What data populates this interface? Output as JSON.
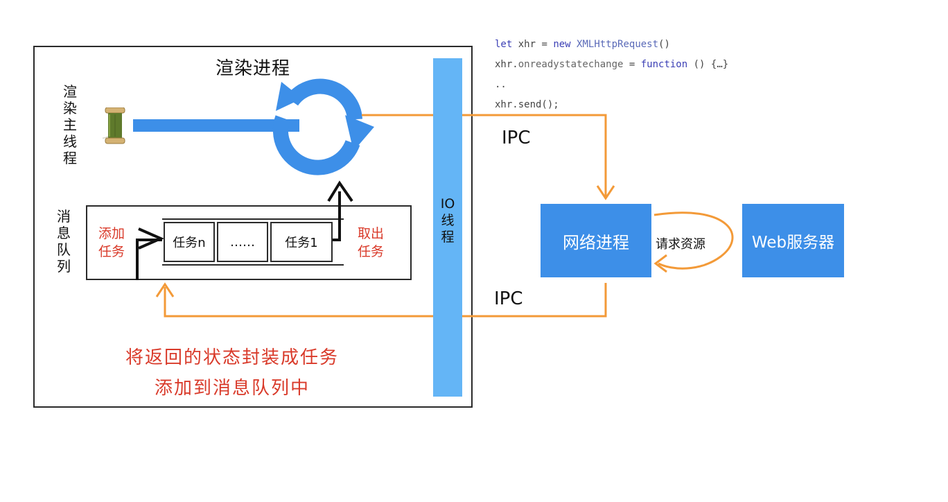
{
  "render_process": {
    "title": "渲染进程",
    "main_thread_label": [
      "渲",
      "染",
      "主",
      "线",
      "程"
    ],
    "queue_label": [
      "消",
      "息",
      "队",
      "列"
    ],
    "add_task_label": [
      "添加",
      "任务"
    ],
    "take_task_label": [
      "取出",
      "任务"
    ],
    "tasks": [
      "任务n",
      "……",
      "任务1"
    ]
  },
  "io_thread": {
    "label": [
      "IO",
      "线",
      "程"
    ]
  },
  "network_process": {
    "label": "网络进程"
  },
  "web_server": {
    "label": "Web服务器"
  },
  "request_label": "请求资源",
  "ipc_top": "IPC",
  "ipc_bottom": "IPC",
  "code": {
    "line1_kw1": "let",
    "line1_var": " xhr = ",
    "line1_kw2": "new",
    "line1_cls": " XMLHttpRequest",
    "line1_end": "()",
    "line2_obj": "xhr.",
    "line2_prop": "onreadystatechange",
    "line2_eq": " = ",
    "line2_kw": "function",
    "line2_end": " () {…}",
    "line3": "..",
    "line4": "xhr.send();"
  },
  "caption": [
    "将返回的状态封装成任务",
    "添加到消息队列中"
  ],
  "colors": {
    "blue": "#3d8fe8",
    "io_blue": "#64b5f6",
    "orange": "#f39a38",
    "red_text": "#d93a2a"
  }
}
